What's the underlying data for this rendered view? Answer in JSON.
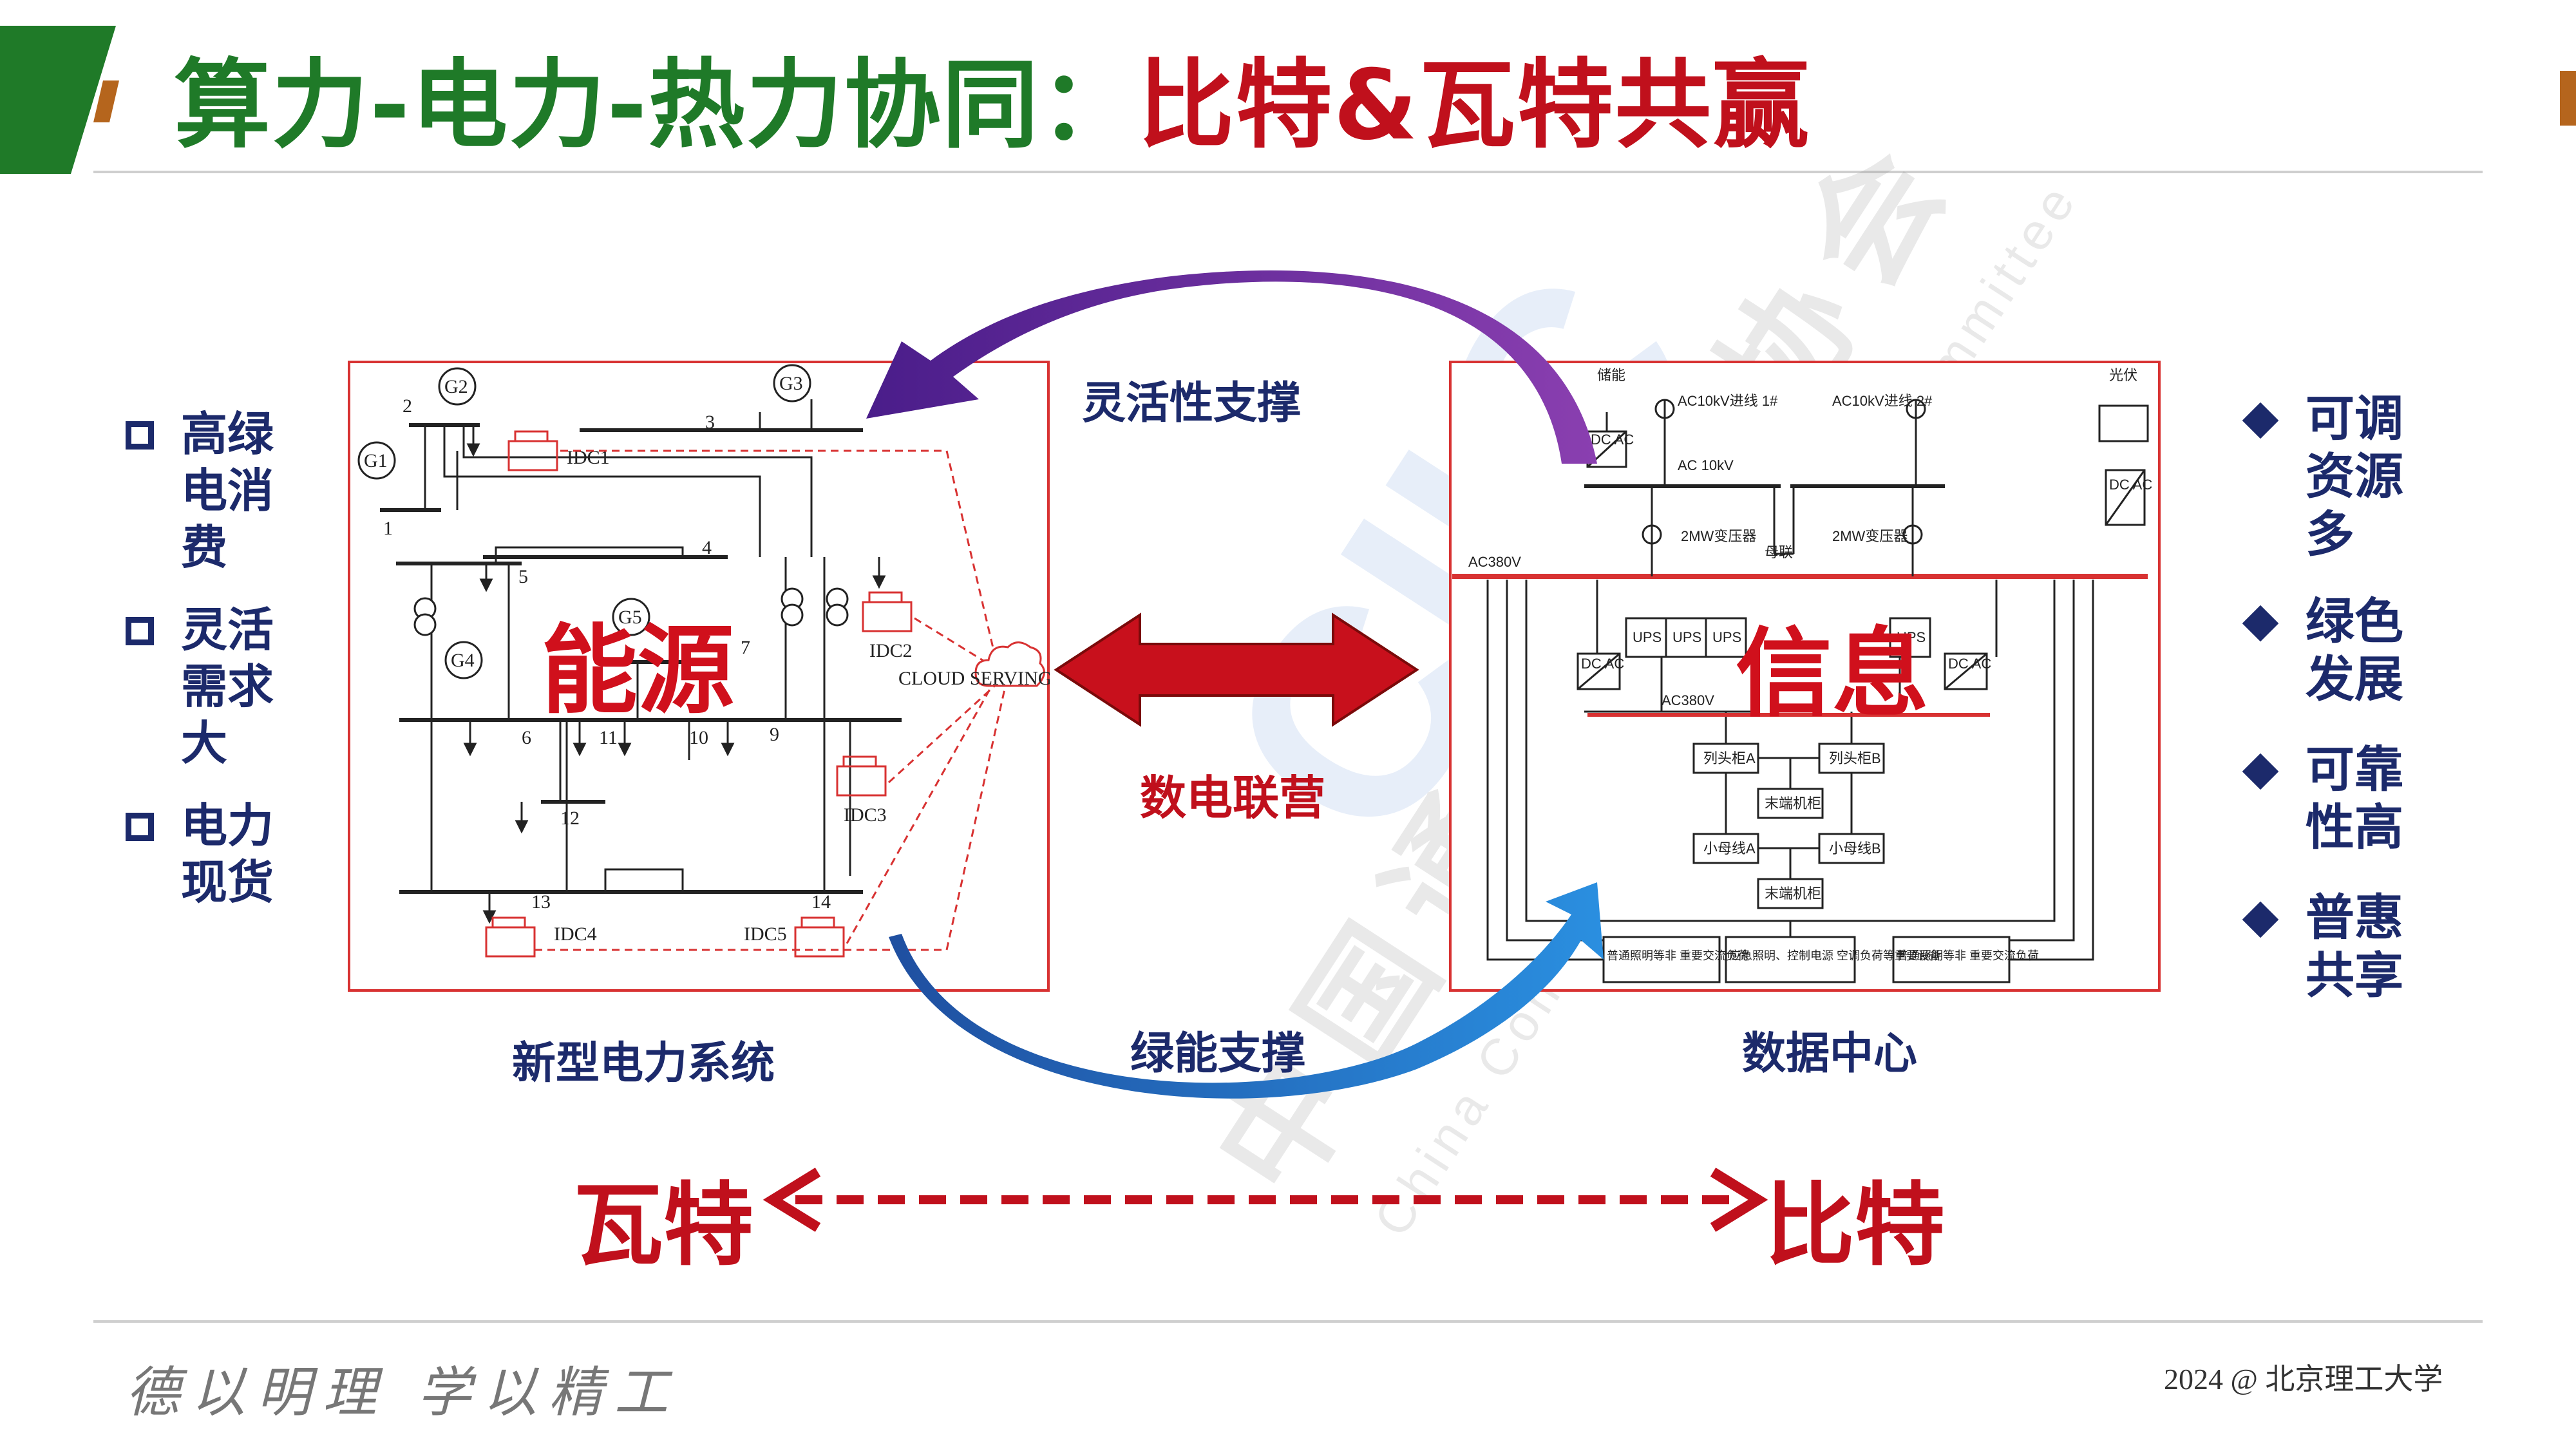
{
  "title": {
    "part1": "算力-电力-热力协同：",
    "part2": "比特&瓦特共赢"
  },
  "left_list": [
    {
      "text": "高绿电消费"
    },
    {
      "text": "灵活需求大"
    },
    {
      "text": "电力现货"
    }
  ],
  "right_list": [
    {
      "text": "可调资源多"
    },
    {
      "text": "绿色发展"
    },
    {
      "text": "可靠性高"
    },
    {
      "text": "普惠共享"
    }
  ],
  "left_panel": {
    "overlay": "能源",
    "caption": "新型电力系统",
    "generators": [
      "G1",
      "G2",
      "G3",
      "G4",
      "G5"
    ],
    "buses": [
      "1",
      "2",
      "3",
      "4",
      "5",
      "6",
      "7",
      "9",
      "10",
      "11",
      "12",
      "13",
      "14"
    ],
    "idc": [
      "IDC1",
      "IDC2",
      "IDC3",
      "IDC4",
      "IDC5"
    ],
    "cloud": "CLOUD SERVING"
  },
  "right_panel": {
    "overlay": "信息",
    "caption": "数据中心",
    "labels": {
      "storage": "储能",
      "pv": "光伏",
      "feed1": "AC10kV进线 1#",
      "feed2": "AC10kV进线 2#",
      "ac10": "AC 10kV",
      "tx1": "2MW变压器",
      "tx2": "2MW变压器",
      "tie": "母联",
      "ac380": "AC380V",
      "ac380b": "AC380V",
      "ups": "UPS",
      "dcac": "DC AC",
      "cabA": "列头柜A",
      "cabB": "列头柜B",
      "rack1": "末端机柜",
      "busA": "小母线A",
      "busB": "小母线B",
      "rack2": "末端机柜",
      "load1": "普通照明等非 重要交流负荷",
      "load2": "应急照明、控制电源 空调负荷等重要设备",
      "load3": "普通照明等非 重要交流负荷"
    }
  },
  "arrows": {
    "top": "灵活性支撑",
    "middle": "数电联营",
    "bottom": "绿能支撑"
  },
  "bottom_row": {
    "left": "瓦特",
    "right": "比特"
  },
  "watermark": {
    "cn": "中国通信工业协会",
    "en": "China Communications Industry Committee"
  },
  "footer": {
    "motto": "德以明理 学以精工",
    "right": "2024 @ 北京理工大学"
  },
  "colors": {
    "green": "#1f7a28",
    "red": "#c0101c",
    "navy": "#1c2a6b",
    "purple": "#6a2a9a",
    "blue": "#1f5fb0"
  }
}
